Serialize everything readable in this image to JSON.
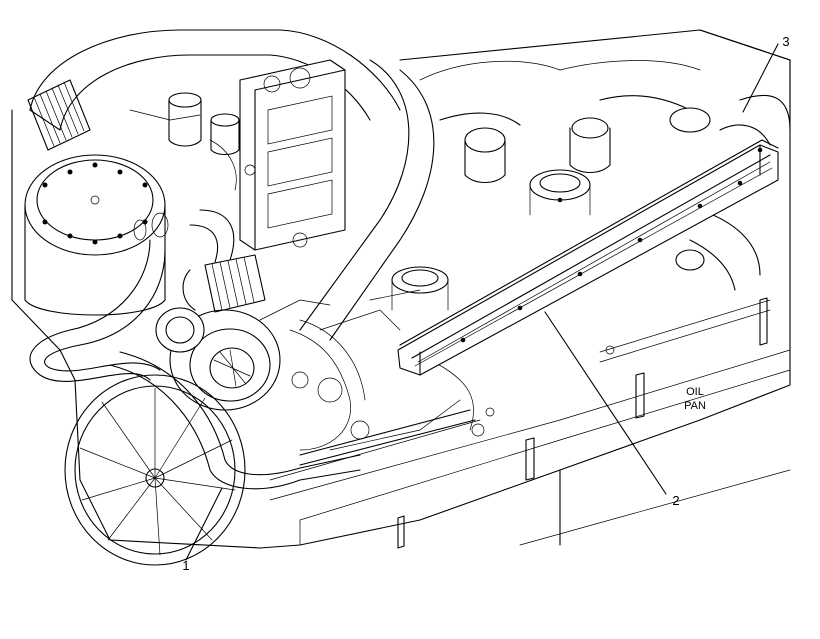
{
  "callouts": [
    {
      "id": "1",
      "label": "1"
    },
    {
      "id": "2",
      "label": "2"
    },
    {
      "id": "3",
      "label": "3"
    }
  ],
  "text_labels": {
    "oil_pan_line1": "OIL",
    "oil_pan_line2": "PAN"
  },
  "colors": {
    "ink": "#000000",
    "paper": "#ffffff"
  }
}
